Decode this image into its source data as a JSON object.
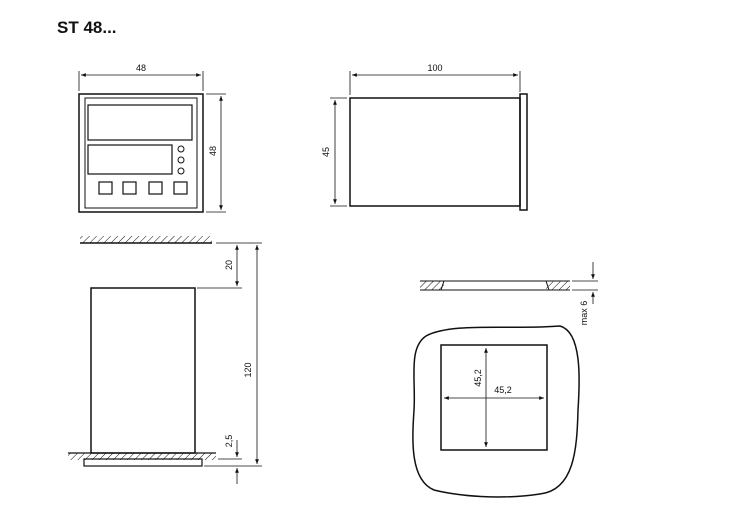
{
  "title": "ST 48...",
  "dims": {
    "front_width": "48",
    "front_height": "48",
    "side_length": "100",
    "side_height": "45",
    "top_offset": "20",
    "total_height": "120",
    "bottom_thickness": "2,5",
    "panel_thickness": "max 6",
    "cutout_height": "45,2",
    "cutout_width": "45,2"
  },
  "colors": {
    "line": "#111111",
    "background": "#ffffff"
  }
}
